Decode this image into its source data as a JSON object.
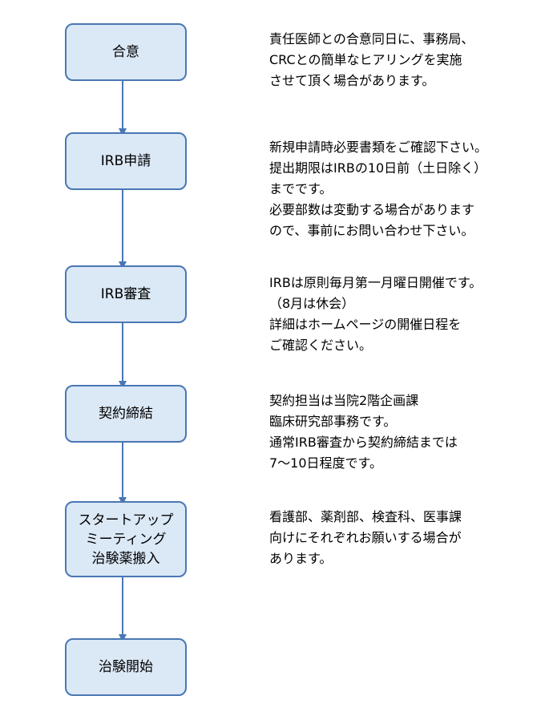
{
  "colors": {
    "box_fill": "#dbe8f6",
    "box_border": "#4a77b4",
    "arrow": "#4a77b4"
  },
  "steps": [
    {
      "label": "合意"
    },
    {
      "label": "IRB申請"
    },
    {
      "label": "IRB審査"
    },
    {
      "label": "契約締結"
    },
    {
      "label": "スタートアップ\nミーティング\n治験薬搬入"
    },
    {
      "label": "治験開始"
    }
  ],
  "notes": [
    {
      "text": "責任医師との合意同日に、事務局、\nCRCとの簡単なヒアリングを実施\nさせて頂く場合があります。"
    },
    {
      "text": "新規申請時必要書類をご確認下さい。\n提出期限はIRBの10日前（土日除く）\nまでです。\n必要部数は変動する場合があります\nので、事前にお問い合わせ下さい。"
    },
    {
      "text": "IRBは原則毎月第一月曜日開催です。\n（8月は休会）\n詳細はホームページの開催日程を\nご確認ください。"
    },
    {
      "text": "契約担当は当院2階企画課\n臨床研究部事務です。\n通常IRB審査から契約締結までは\n7～10日程度です。"
    },
    {
      "text": "看護部、薬剤部、検査科、医事課\n向けにそれぞれお願いする場合が\nあります。"
    }
  ]
}
